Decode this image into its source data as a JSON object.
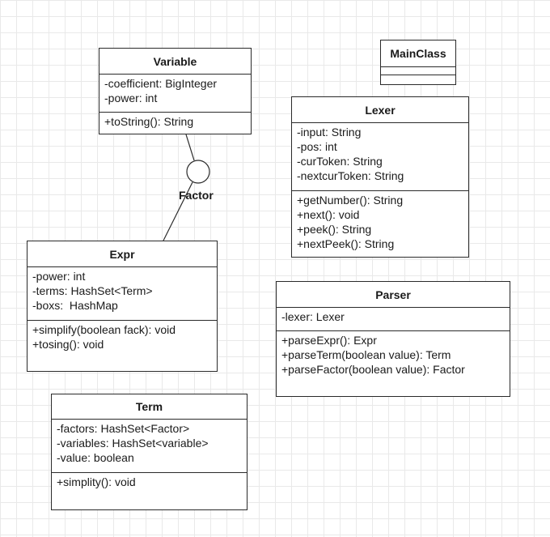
{
  "classes": {
    "variable": {
      "name": "Variable",
      "attributes": [
        "-coefficient: BigInteger",
        "-power: int"
      ],
      "methods": [
        "+toString(): String"
      ]
    },
    "mainclass": {
      "name": "MainClass",
      "attributes": [],
      "methods": []
    },
    "lexer": {
      "name": "Lexer",
      "attributes": [
        "-input: String",
        "-pos: int",
        "-curToken: String",
        "-nextcurToken: String"
      ],
      "methods": [
        "+getNumber(): String",
        "+next(): void",
        "+peek(): String",
        "+nextPeek(): String"
      ]
    },
    "expr": {
      "name": "Expr",
      "attributes": [
        "-power: int",
        "-terms: HashSet<Term>",
        "-boxs:  HashMap"
      ],
      "methods": [
        "+simplify(boolean fack): void",
        "+tosing(): void"
      ]
    },
    "parser": {
      "name": "Parser",
      "attributes": [
        "-lexer: Lexer"
      ],
      "methods": [
        "+parseExpr(): Expr",
        "+parseTerm(boolean value): Term",
        "+parseFactor(boolean value): Factor"
      ]
    },
    "term": {
      "name": "Term",
      "attributes": [
        "-factors: HashSet<Factor>",
        "-variables: HashSet<variable>",
        "-value: boolean"
      ],
      "methods": [
        "+simplity(): void"
      ]
    }
  },
  "interface": {
    "name": "Factor"
  },
  "colors": {
    "line": "#2a2a2a",
    "grid": "#e9e9e9",
    "background": "#ffffff"
  }
}
